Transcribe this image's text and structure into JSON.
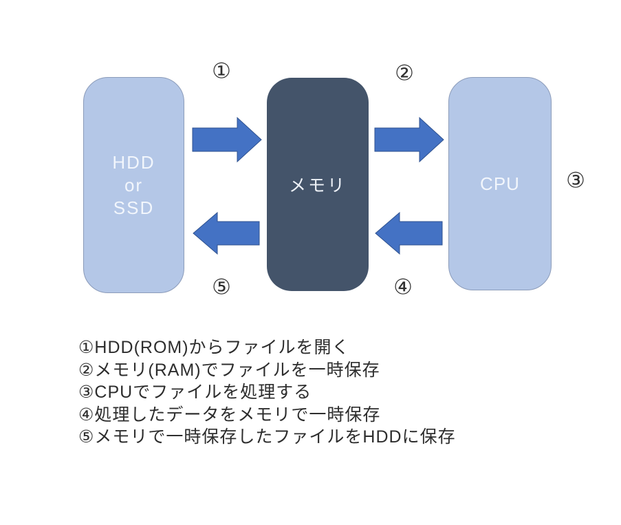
{
  "colors": {
    "background": "#ffffff",
    "node_fill_light": "#b4c7e7",
    "node_border_light": "#8b9bb9",
    "node_fill_dark": "#44546a",
    "node_text_light": "#f2f6fc",
    "node_text_dark": "#eef2f8",
    "arrow_fill": "#4472c4",
    "arrow_stroke": "#2f528f",
    "marker_color": "#303030",
    "legend_text": "#2d2d2d"
  },
  "diagram": {
    "nodes": {
      "storage": {
        "label": "HDD\nor\nSSD"
      },
      "memory": {
        "label": "メモリ"
      },
      "cpu": {
        "label": "CPU"
      }
    },
    "steps": [
      {
        "label": "①"
      },
      {
        "label": "②"
      },
      {
        "label": "③"
      },
      {
        "label": "④"
      },
      {
        "label": "⑤"
      }
    ],
    "arrows": [
      {
        "name": "storage-to-memory",
        "direction": "right"
      },
      {
        "name": "memory-to-cpu",
        "direction": "right"
      },
      {
        "name": "cpu-to-memory",
        "direction": "left"
      },
      {
        "name": "memory-to-storage",
        "direction": "left"
      }
    ]
  },
  "legend": {
    "items": [
      "①HDD(ROM)からファイルを開く",
      "②メモリ(RAM)でファイルを一時保存",
      "③CPUでファイルを処理する",
      "④処理したデータをメモリで一時保存",
      "⑤メモリで一時保存したファイルをHDDに保存"
    ]
  }
}
